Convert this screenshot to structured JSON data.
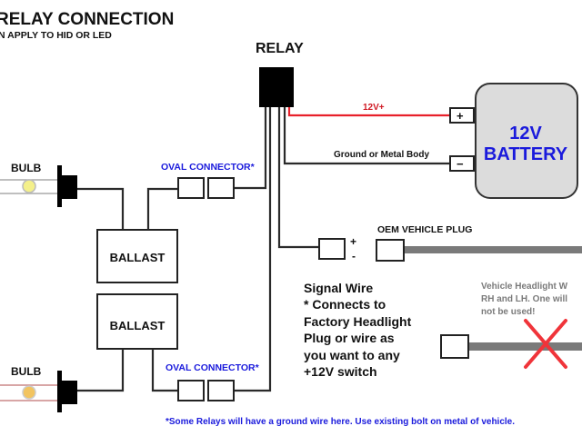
{
  "title": "RELAY CONNECTION",
  "subtitle": "N APPLY TO HID OR LED",
  "relay": {
    "label": "RELAY"
  },
  "battery": {
    "line1": "12V",
    "line2": "BATTERY",
    "plus": "+",
    "minus": "−"
  },
  "wires": {
    "positive_label": "12V+",
    "ground_label": "Ground or Metal Body"
  },
  "bulbs": [
    {
      "label": "BULB"
    },
    {
      "label": "BULB"
    }
  ],
  "ballasts": [
    {
      "label": "BALLAST"
    },
    {
      "label": "BALLAST"
    }
  ],
  "oval_connectors": [
    {
      "label": "OVAL CONNECTOR*"
    },
    {
      "label": "OVAL CONNECTOR*"
    }
  ],
  "signal": {
    "plus": "+",
    "minus": "-",
    "oem_label": "OEM VEHICLE PLUG",
    "lines": [
      "Signal Wire",
      "* Connects to",
      "Factory Headlight",
      "Plug or wire as",
      "you want to any",
      "+12V switch"
    ]
  },
  "vehicle_note": {
    "lines": [
      "Vehicle Headlight W",
      "RH and LH. One will",
      "not be used!"
    ]
  },
  "footnote": "*Some Relays will have a ground wire here. Use existing bolt on metal of vehicle.",
  "colors": {
    "wire": "#2a2a2a",
    "positive": "#e8202a",
    "blue_text": "#1a1adc",
    "battery_fill": "#dcdcdc",
    "plug_wire": "#7a7a7a",
    "note_text": "#7a7a7a",
    "cross": "#f0343a",
    "bulb_yellow": "#f4f08a"
  }
}
